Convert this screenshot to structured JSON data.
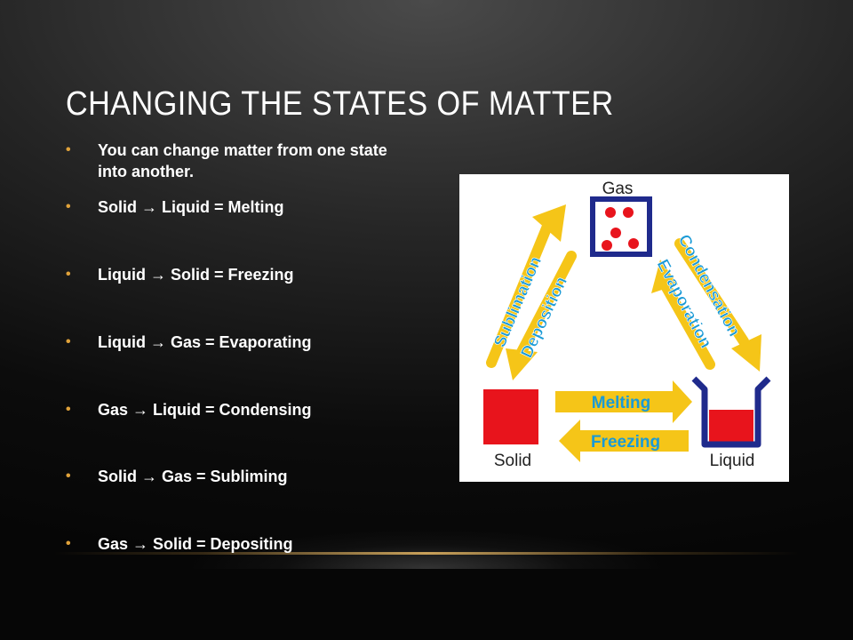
{
  "slide": {
    "title": "CHANGING THE STATES OF MATTER",
    "bullets": [
      "You can change matter from one state into another.",
      "Solid → Liquid = Melting",
      "Liquid → Solid = Freezing",
      "Liquid → Gas = Evaporating",
      "Gas → Liquid = Condensing",
      "Solid → Gas = Subliming",
      "Gas → Solid = Depositing"
    ],
    "colors": {
      "bullet_marker": "#e0a23a",
      "arrow": "#f5c518",
      "arrow_text": "#1a9ad6",
      "container": "#1f2a8c",
      "matter": "#e8141c"
    }
  },
  "diagram": {
    "states": {
      "gas": "Gas",
      "solid": "Solid",
      "liquid": "Liquid"
    },
    "processes": {
      "sublimation": "Sublimation",
      "deposition": "Deposition",
      "condensation": "Condensation",
      "evaporation": "Evaporation",
      "melting": "Melting",
      "freezing": "Freezing"
    }
  }
}
